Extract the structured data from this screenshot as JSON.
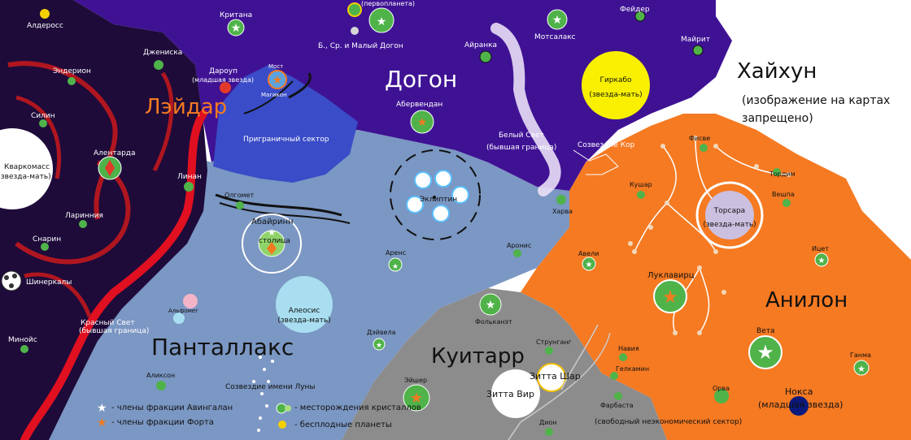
{
  "regions": {
    "leydar": "Лэйдар",
    "dogon": "Догон",
    "haihun": "Хайхун",
    "haihun_note_1": "(изображение на картах",
    "haihun_note_2": "запрещено)",
    "pantallaks": "Панталлакс",
    "kuitarr": "Куитарр",
    "anilon": "Анилон"
  },
  "sectors": {
    "border_sector": "Приграничный сектор",
    "white_light": "Белый Свет",
    "white_light_sub": "(бывшая граница)",
    "red_light": "Красный Свет",
    "red_light_sub": "(бывшая граница)",
    "free_sector": "(свободный неэкономический сектор)",
    "constellation_kor": "Созвездие Кор",
    "constellation_luna": "Созвездие имени Луны",
    "ecliptic": "Эклиптин",
    "capital": "столица"
  },
  "mother_stars": {
    "girkabo": "Гиркабо",
    "torsara": "Торсара",
    "aleosis": "Алеосис",
    "kvarkomass": "Кваркомасс",
    "mother_sub": "(звезда-мать)"
  },
  "systems": {
    "aldeross": "Алдеросс",
    "kritana": "Критана",
    "pervoplaneta": "(первопланета)",
    "dogon_trio": "Б., Ср. и Малый Догон",
    "airanka": "Айранка",
    "motsalaks": "Мотсалакс",
    "feider": "Фейдер",
    "mairit": "Майрит",
    "dzheniska": "Джениска",
    "daroup": "Дароуп",
    "daroup_sub": "(младшая звезда)",
    "most": "Мост",
    "magikon": "Магикон",
    "enderion": "Эндерион",
    "silin": "Силин",
    "alentarda": "Алентарда",
    "linan": "Линан",
    "larinniya": "Ларинния",
    "snarin": "Снарин",
    "shinerkaly": "Шинеркалы",
    "minoys": "Минойс",
    "abervendan": "Абервендан",
    "fisve": "Фисве",
    "tordim": "Тордим",
    "veshpa": "Вешпа",
    "kushar": "Кушар",
    "harva": "Харва",
    "olgomet": "Олгомет",
    "abairinn": "Абайринн",
    "arens": "Аренс",
    "aronis": "Аронис",
    "aveli": "Авели",
    "lukslavirts": "Луклавирц",
    "itset": "Ицет",
    "alfomeg": "Альфомег",
    "folkanet": "Фольканэт",
    "dzhvela": "Дэйвела",
    "strunggang": "Струнганг",
    "naviya": "Навия",
    "gelkamin": "Гелкамин",
    "veta": "Вета",
    "ganma": "Ганма",
    "alikson": "Аликсон",
    "eisher": "Эйшер",
    "zitta_shar": "Зитта Шар",
    "zitta_vir": "Зитта Вир",
    "farbasta": "Фарбаста",
    "orva": "Орва",
    "dion": "Дион",
    "noksa": "Нокса",
    "noksa_sub": "(младшая звезда)"
  },
  "legend": {
    "avingalan": "- члены фракции Авингалан",
    "forta": "- члены фракции Форта",
    "crystals": "- месторождения кристаллов",
    "barren": "- бесплодные планеты"
  },
  "colors": {
    "leydar": "#1e0b3a",
    "dogon": "#3f1294",
    "pantallaks": "#7b97c3",
    "kuitarr": "#8c8c8c",
    "anilon": "#f57a22",
    "border_sector": "#3a4cc7",
    "planet_green": "#4fb34a",
    "barren_yellow": "#f4d000",
    "avingalan_star": "#ffffff",
    "forta_star": "#f07a20",
    "red_border": "#e01020",
    "girkabo": "#f8f000"
  }
}
